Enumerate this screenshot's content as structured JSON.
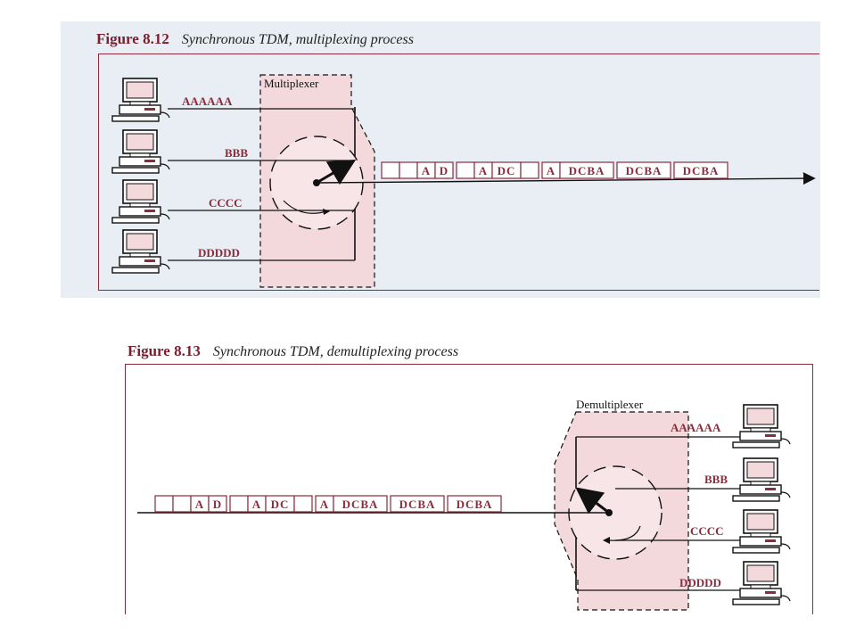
{
  "figures": [
    {
      "number": "Figure 8.12",
      "caption": "Synchronous TDM, multiplexing process",
      "device": "Multiplexer",
      "inputs": [
        "AAAAAA",
        "BBB",
        "CCCC",
        "DDDDD"
      ],
      "frames": [
        [
          "",
          "",
          "A",
          "D"
        ],
        [
          "",
          "A",
          "DC",
          ""
        ],
        [
          "A",
          "DCBA"
        ],
        [
          "DCBA"
        ],
        [
          "DCBA"
        ]
      ]
    },
    {
      "number": "Figure 8.13",
      "caption": "Synchronous TDM, demultiplexing process",
      "device": "Demultiplexer",
      "outputs": [
        "AAAAAA",
        "BBB",
        "CCCC",
        "DDDDD"
      ],
      "frames": [
        [
          "",
          "",
          "A",
          "D"
        ],
        [
          "",
          "A",
          "DC",
          ""
        ],
        [
          "A",
          "DCBA"
        ],
        [
          "DCBA"
        ],
        [
          "DCBA"
        ]
      ]
    }
  ],
  "colors": {
    "accent": "#8b2c3c",
    "device_fill": "#f3d8dc",
    "background_top": "#e9f0f5"
  }
}
